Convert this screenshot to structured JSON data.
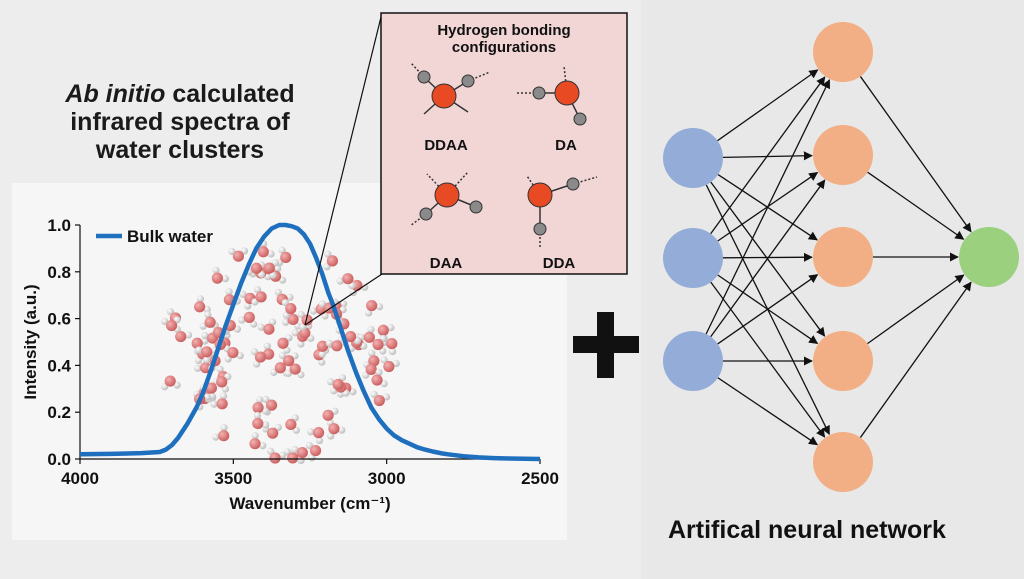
{
  "title": {
    "line1_italic": "Ab initio",
    "line1_rest": " calculated",
    "line2": "infrared spectra of",
    "line3": "water clusters"
  },
  "hbond_box": {
    "title_line1": "Hydrogen bonding",
    "title_line2": "configurations",
    "labels": [
      "DDAA",
      "DA",
      "DAA",
      "DDA"
    ]
  },
  "chart_data": {
    "type": "line",
    "xlabel": "Wavenumber (cm⁻¹)",
    "ylabel": "Intensity (a.u.)",
    "xlim": [
      4000,
      2500
    ],
    "ylim": [
      0,
      1.0
    ],
    "x_ticks": [
      4000,
      3500,
      3000,
      2500
    ],
    "y_ticks": [
      0.0,
      0.2,
      0.4,
      0.6,
      0.8,
      1.0
    ],
    "legend_position": "top-left",
    "series": [
      {
        "name": "Bulk water",
        "color": "#1f6fbf",
        "x": [
          4000,
          3900,
          3800,
          3760,
          3740,
          3720,
          3700,
          3680,
          3650,
          3620,
          3600,
          3575,
          3550,
          3525,
          3500,
          3475,
          3450,
          3425,
          3400,
          3375,
          3350,
          3330,
          3310,
          3290,
          3270,
          3250,
          3230,
          3210,
          3190,
          3175,
          3150,
          3125,
          3100,
          3075,
          3050,
          3025,
          3000,
          2975,
          2950,
          2925,
          2900,
          2875,
          2850,
          2825,
          2800,
          2750,
          2700,
          2650,
          2600,
          2550,
          2500
        ],
        "y": [
          0.02,
          0.022,
          0.025,
          0.028,
          0.03,
          0.04,
          0.06,
          0.09,
          0.15,
          0.22,
          0.28,
          0.37,
          0.47,
          0.57,
          0.66,
          0.75,
          0.83,
          0.9,
          0.95,
          0.985,
          1.0,
          1.0,
          0.995,
          0.985,
          0.96,
          0.92,
          0.86,
          0.79,
          0.71,
          0.66,
          0.56,
          0.46,
          0.37,
          0.29,
          0.22,
          0.17,
          0.13,
          0.1,
          0.08,
          0.065,
          0.05,
          0.04,
          0.032,
          0.025,
          0.02,
          0.012,
          0.007,
          0.004,
          0.002,
          0.001,
          0.0
        ]
      }
    ]
  },
  "network": {
    "caption": "Artifical neural network",
    "input_color": "#94acd8",
    "hidden_color": "#f2ae84",
    "output_color": "#9ad07e"
  },
  "plus_symbol": "+"
}
